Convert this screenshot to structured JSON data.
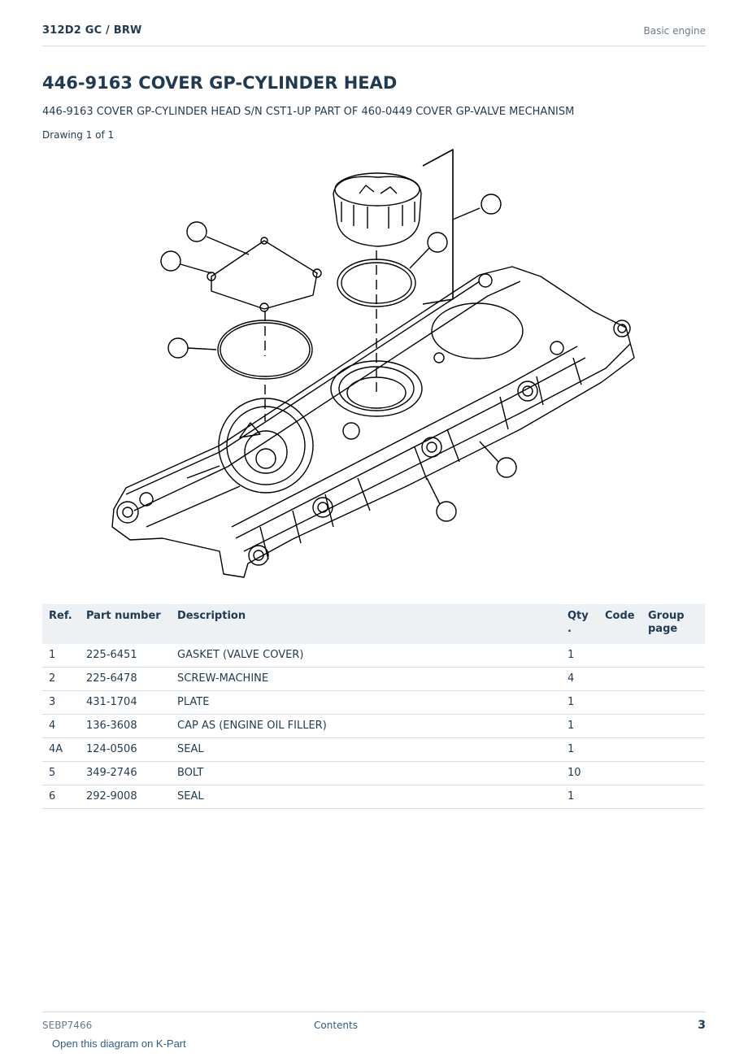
{
  "header": {
    "model": "312D2 GC  /  BRW",
    "section": "Basic engine"
  },
  "title": "446-9163 COVER GP-CYLINDER HEAD",
  "subtitle": "446-9163 COVER GP-CYLINDER HEAD S/N CST1-UP PART OF 460-0449 COVER GP-VALVE MECHANISM",
  "drawing_label": "Drawing 1 of 1",
  "table": {
    "headers": {
      "ref": "Ref.",
      "part": "Part number",
      "desc": "Description",
      "qty": "Qty\n.",
      "code": "Code",
      "group": "Group page"
    },
    "rows": [
      {
        "ref": "1",
        "part": "225-6451",
        "desc": "GASKET (VALVE COVER)",
        "qty": "1",
        "code": "",
        "group": ""
      },
      {
        "ref": "2",
        "part": "225-6478",
        "desc": "SCREW-MACHINE",
        "qty": "4",
        "code": "",
        "group": ""
      },
      {
        "ref": "3",
        "part": "431-1704",
        "desc": "PLATE",
        "qty": "1",
        "code": "",
        "group": ""
      },
      {
        "ref": "4",
        "part": "136-3608",
        "desc": "CAP AS (ENGINE OIL FILLER)",
        "qty": "1",
        "code": "",
        "group": ""
      },
      {
        "ref": "4A",
        "part": "124-0506",
        "desc": "SEAL",
        "qty": "1",
        "code": "",
        "group": ""
      },
      {
        "ref": "5",
        "part": "349-2746",
        "desc": "BOLT",
        "qty": "10",
        "code": "",
        "group": ""
      },
      {
        "ref": "6",
        "part": "292-9008",
        "desc": "SEAL",
        "qty": "1",
        "code": "",
        "group": ""
      }
    ]
  },
  "footer": {
    "doc_number": "SEBP7466",
    "contents_link": "Contents",
    "page_number": "3"
  },
  "kpart_link": "Open this diagram on K-Part"
}
